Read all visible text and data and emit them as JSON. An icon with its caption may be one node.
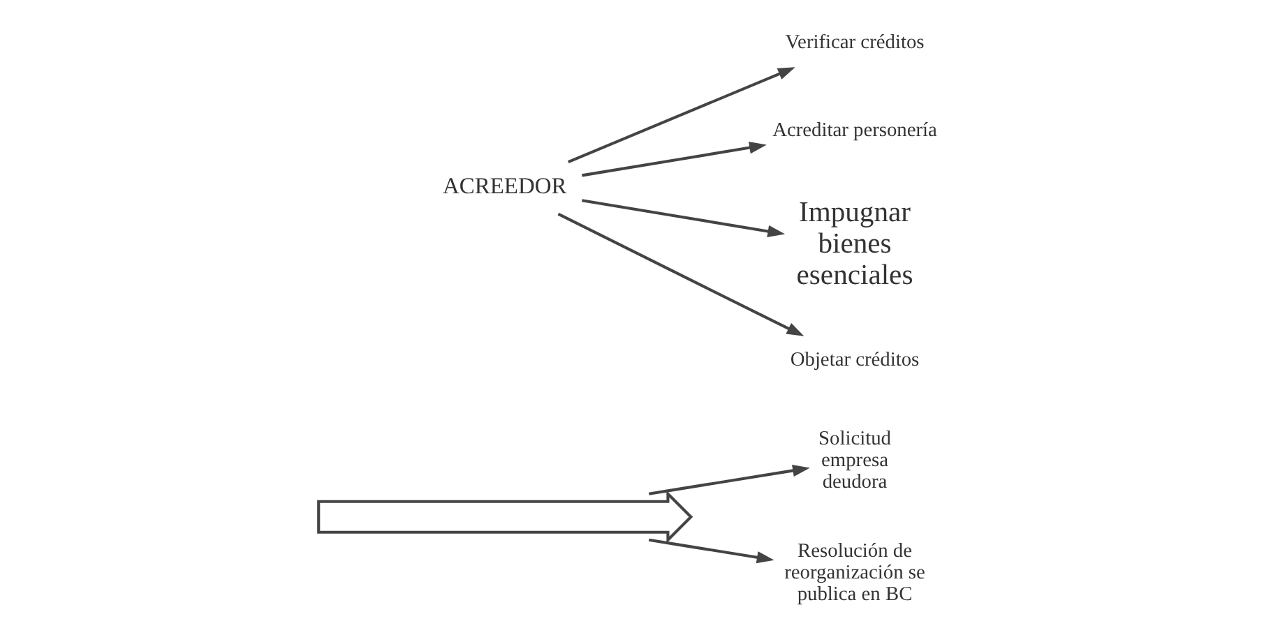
{
  "diagram": {
    "nodes": [
      {
        "text": [],
        "shape": "arrow"
      },
      {
        "text": [
          "Solicitud empresa deudora"
        ]
      },
      {
        "text": [
          "Resolución de reorganización se publica en BC"
        ]
      },
      {
        "text": [
          "ACREEDOR"
        ]
      },
      {
        "text": [
          "Verificar créditos"
        ]
      },
      {
        "text": [
          "Acreditar personería"
        ]
      },
      {
        "text": [
          "Impugnar bienes esenciales"
        ]
      },
      {
        "text": [
          "Objetar créditos"
        ]
      }
    ],
    "edges": [
      {
        "from": 0,
        "to": 1,
        "arrow": "to"
      },
      {
        "from": 0,
        "to": 2,
        "arrow": "to"
      },
      {
        "from": 3,
        "to": 4,
        "arrow": "to"
      },
      {
        "from": 3,
        "to": 5,
        "arrow": "to"
      },
      {
        "from": 3,
        "to": 6,
        "arrow": "to"
      },
      {
        "from": 3,
        "to": 7,
        "arrow": "to"
      }
    ]
  }
}
